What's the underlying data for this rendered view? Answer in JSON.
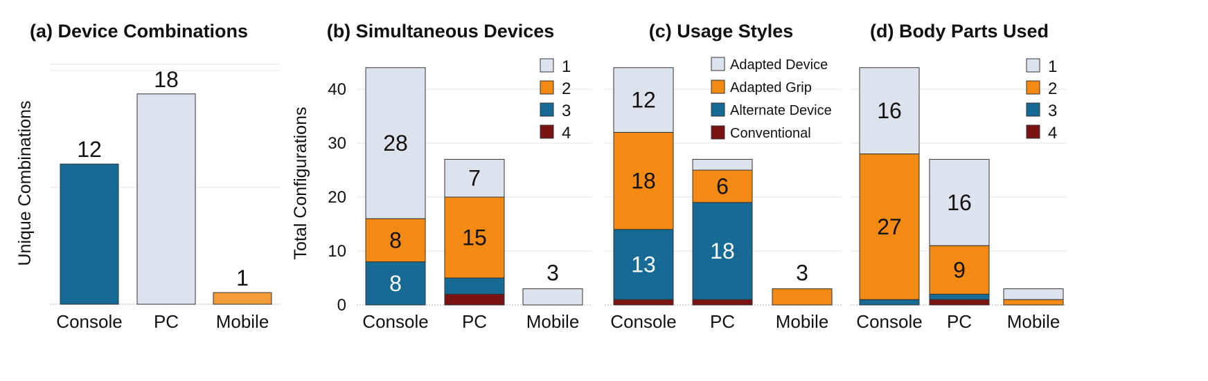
{
  "colors": {
    "light": "#dce3ec",
    "orange": "#f28a14",
    "blue": "#176a94",
    "red": "#7a1414",
    "mobile_orange": "#f39c3a",
    "grid": "#eeeeee",
    "edge": "#333333"
  },
  "chart_data": [
    {
      "type": "bar",
      "title": "(a)  Device Combinations",
      "ylabel": "Unique Combinations",
      "categories": [
        "Console",
        "PC",
        "Mobile"
      ],
      "values": [
        12,
        18,
        1
      ],
      "bar_colors": [
        "blue",
        "light",
        "mobile_orange"
      ],
      "ylim": [
        0,
        20
      ],
      "y_ticks_shown": false,
      "grid": true
    },
    {
      "type": "bar",
      "stacked": true,
      "title": "(b) Simultaneous Devices",
      "ylabel": "Total Configurations",
      "categories": [
        "Console",
        "PC",
        "Mobile"
      ],
      "ylim": [
        0,
        45
      ],
      "yticks": [
        0,
        10,
        20,
        30,
        40
      ],
      "legend_position": "top-right",
      "series": [
        {
          "name": "1",
          "values": [
            28,
            7,
            3
          ],
          "color": "light"
        },
        {
          "name": "2",
          "values": [
            8,
            15,
            0
          ],
          "color": "orange"
        },
        {
          "name": "3",
          "values": [
            8,
            3,
            0
          ],
          "color": "blue"
        },
        {
          "name": "4",
          "values": [
            0,
            2,
            0
          ],
          "color": "red"
        }
      ],
      "data_labels": [
        {
          "category": "Console",
          "series": "1",
          "text": "28"
        },
        {
          "category": "Console",
          "series": "2",
          "text": "8"
        },
        {
          "category": "Console",
          "series": "3",
          "text": "8"
        },
        {
          "category": "PC",
          "series": "1",
          "text": "7"
        },
        {
          "category": "PC",
          "series": "2",
          "text": "15"
        },
        {
          "category": "Mobile",
          "series": "1",
          "text": "3",
          "above": true
        }
      ]
    },
    {
      "type": "bar",
      "stacked": true,
      "title": "(c) Usage Styles",
      "categories": [
        "Console",
        "PC",
        "Mobile"
      ],
      "ylim": [
        0,
        45
      ],
      "legend_position": "top-right",
      "series": [
        {
          "name": "Adapted Device",
          "values": [
            12,
            2,
            0
          ],
          "color": "light"
        },
        {
          "name": "Adapted Grip",
          "values": [
            18,
            6,
            3
          ],
          "color": "orange"
        },
        {
          "name": "Alternate Device",
          "values": [
            13,
            18,
            0
          ],
          "color": "blue"
        },
        {
          "name": "Conventional",
          "values": [
            1,
            1,
            0
          ],
          "color": "red"
        }
      ],
      "data_labels": [
        {
          "category": "Console",
          "series": "Adapted Device",
          "text": "12"
        },
        {
          "category": "Console",
          "series": "Adapted Grip",
          "text": "18"
        },
        {
          "category": "Console",
          "series": "Alternate Device",
          "text": "13"
        },
        {
          "category": "PC",
          "series": "Adapted Grip",
          "text": "6"
        },
        {
          "category": "PC",
          "series": "Alternate Device",
          "text": "18"
        },
        {
          "category": "Mobile",
          "series": "Adapted Grip",
          "text": "3",
          "above": true
        }
      ]
    },
    {
      "type": "bar",
      "stacked": true,
      "title": "(d) Body Parts Used",
      "categories": [
        "Console",
        "PC",
        "Mobile"
      ],
      "ylim": [
        0,
        45
      ],
      "legend_position": "top-right",
      "series": [
        {
          "name": "1",
          "values": [
            16,
            16,
            2
          ],
          "color": "light"
        },
        {
          "name": "2",
          "values": [
            27,
            9,
            1
          ],
          "color": "orange"
        },
        {
          "name": "3",
          "values": [
            1,
            1,
            0
          ],
          "color": "blue"
        },
        {
          "name": "4",
          "values": [
            0,
            1,
            0
          ],
          "color": "red"
        }
      ],
      "data_labels": [
        {
          "category": "Console",
          "series": "1",
          "text": "16"
        },
        {
          "category": "Console",
          "series": "2",
          "text": "27"
        },
        {
          "category": "PC",
          "series": "1",
          "text": "16"
        },
        {
          "category": "PC",
          "series": "2",
          "text": "9"
        }
      ]
    }
  ]
}
